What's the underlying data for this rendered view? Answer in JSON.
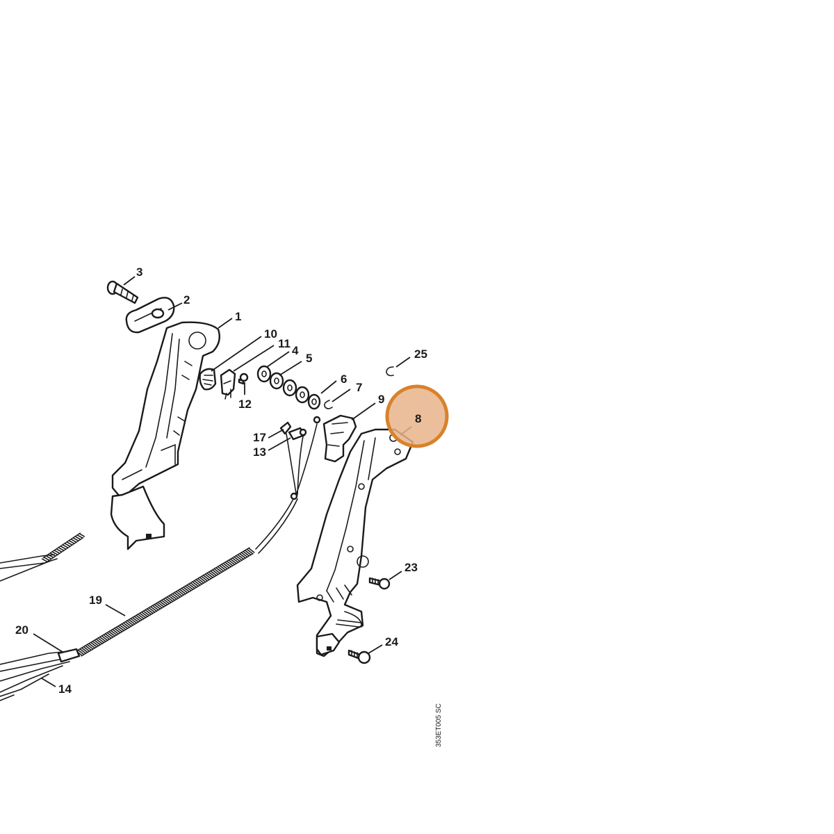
{
  "diagram": {
    "reference_code": "353ET005 SC",
    "highlight_color": "#d9822b",
    "highlight_fill": "#e8b48a",
    "callouts": {
      "c1": "1",
      "c2": "2",
      "c3": "3",
      "c4": "4",
      "c5": "5",
      "c6": "6",
      "c7": "7",
      "c8": "8",
      "c9": "9",
      "c10": "10",
      "c11": "11",
      "c12": "12",
      "c13": "13",
      "c14": "14",
      "c17": "17",
      "c19": "19",
      "c20": "20",
      "c23": "23",
      "c24": "24",
      "c25": "25"
    }
  }
}
